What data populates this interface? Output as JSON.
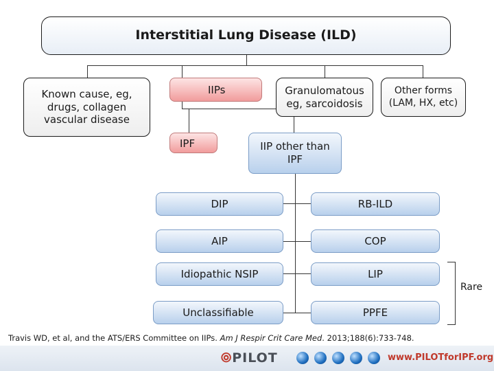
{
  "diagram": {
    "title": "Interstitial Lung Disease (ILD)",
    "nodes": {
      "known_cause": "Known cause, eg, drugs, collagen vascular disease",
      "iips": "IIPs",
      "granulomatous": "Granulomatous eg, sarcoidosis",
      "other_forms": "Other forms (LAM, HX, etc)",
      "ipf": "IPF",
      "iip_other": "IIP other than IPF",
      "dip": "DIP",
      "rb_ild": "RB-ILD",
      "aip": "AIP",
      "cop": "COP",
      "nsip": "Idiopathic NSIP",
      "lip": "LIP",
      "unclassifiable": "Unclassifiable",
      "ppfe": "PPFE"
    },
    "rare_label": "Rare"
  },
  "caption": {
    "authors": "Travis WD, et al, and the ATS/ERS Committee on IIPs. ",
    "journal": "Am J Respir Crit Care Med",
    "citation": ". 2013;188(6):733-748."
  },
  "footer": {
    "logo_text": "PILOT",
    "url": "www.PILOTforIPF.org"
  },
  "colors": {
    "pink": "#f19c9c",
    "blue": "#b8d0ec",
    "url_red": "#c0392b"
  }
}
